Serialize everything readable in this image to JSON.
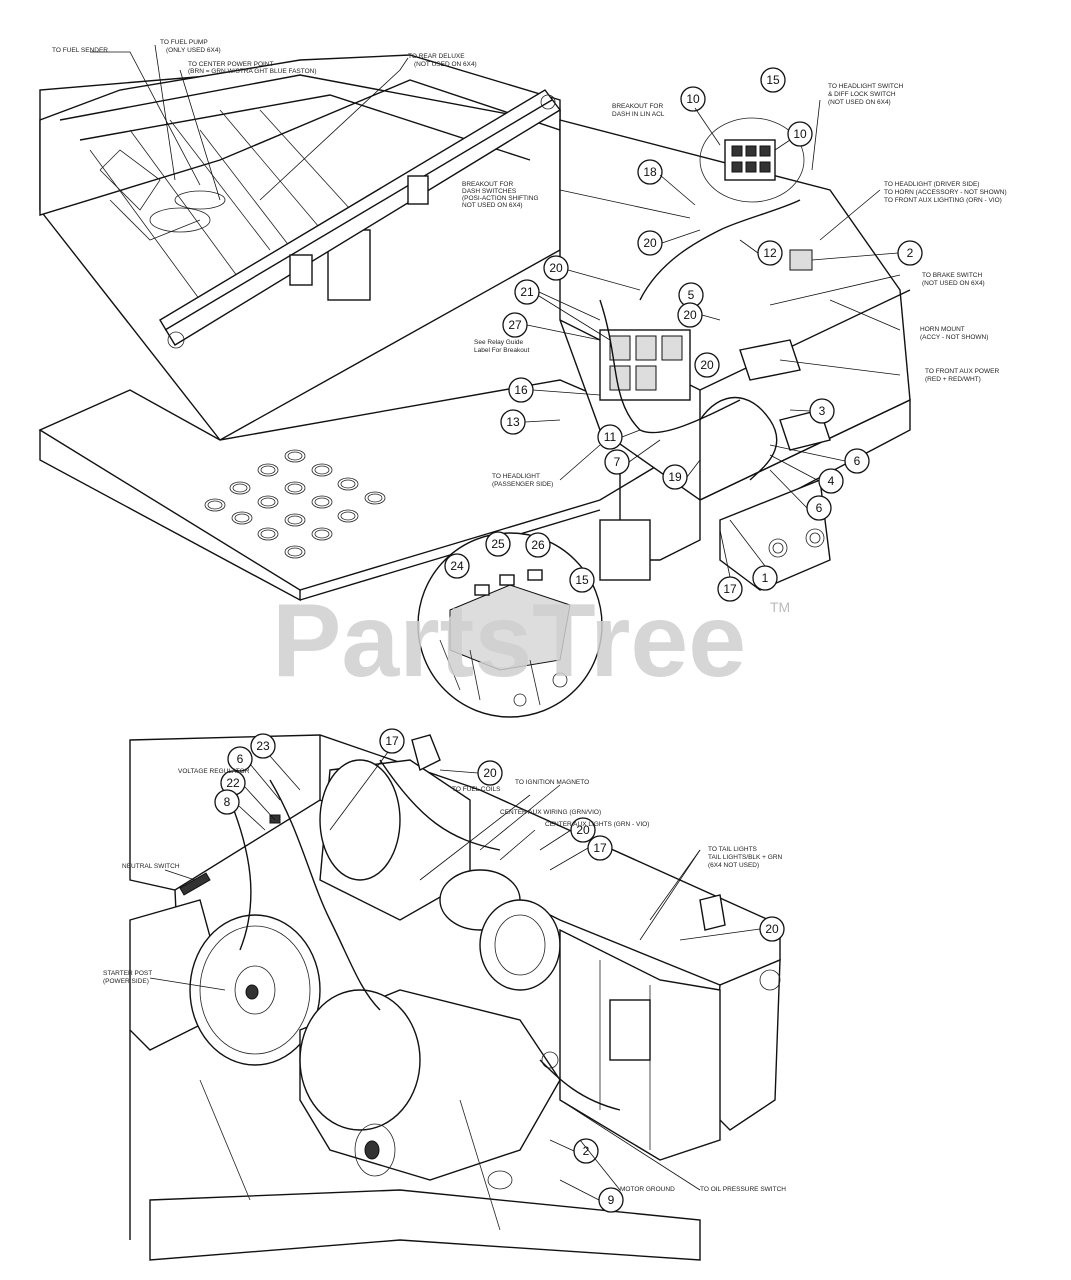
{
  "watermark": {
    "brand": "PartsTree",
    "tm": "TM"
  },
  "top_labels": {
    "fuel_sender": "TO FUEL SENDER",
    "fuel_pump": "TO FUEL PUMP",
    "fuel_pump_note": "(ONLY USED 6X4)",
    "center_power_point": "TO CENTER POWER POINT",
    "center_power_point_note": "(BRN = GRN W/STRA GHT BLUE FASTON)",
    "rear_deluxe": "TO REAR DELUXE",
    "rear_deluxe_note": "(NOT USED ON 6X4)",
    "breakout_dash": "BREAKOUT FOR",
    "breakout_dash_note": "DASH IN LIN ACL",
    "breakout_switches": "BREAKOUT FOR",
    "breakout_switches_note1": "DASH SWITCHES",
    "breakout_switches_note2": "(POSI-ACTION SHIFTING",
    "breakout_switches_note3": "NOT USED ON 6X4)",
    "headlight_switch": "TO HEADLIGHT SWITCH",
    "headlight_switch_note1": "& DIFF LOCK SWITCH",
    "headlight_switch_note2": "(NOT USED ON 6X4)",
    "headlight_driver": "TO HEADLIGHT (DRIVER SIDE)",
    "horn_accessory": "TO HORN (ACCESSORY - NOT SHOWN)",
    "front_aux": "TO FRONT AUX LIGHTING (ORN - VIO)",
    "brake_switch": "TO BRAKE SWITCH",
    "brake_switch_note": "(NOT USED ON 6X4)",
    "horn_mount": "HORN MOUNT",
    "horn_mount_note": "(ACCY - NOT SHOWN)",
    "front_aux_power": "TO FRONT AUX POWER",
    "front_aux_power_note": "(RED + RED/WHT)",
    "relay_guide": "See Relay Guide",
    "relay_guide_note": "Label For Breakout",
    "headlight_passenger": "TO HEADLIGHT",
    "headlight_passenger_note": "(PASSENGER SIDE)"
  },
  "bottom_labels": {
    "voltage_regulator": "VOLTAGE REGULATOR",
    "neutral_switch": "NEUTRAL SWITCH",
    "starter_post": "STARTER POST",
    "starter_post_note": "(POWER SIDE)",
    "magneto": "TO IGNITION MAGNETO",
    "fuel_coils": "TO FUEL COILS",
    "center_aux_wiring": "CENTER AUX WIRING (GRN/VIO)",
    "center_aux_lights": "CENTER AUX LIGHTS (GRN - VIO)",
    "tail_lights": "TO TAIL LIGHTS",
    "tail_lights_note1": "TAIL LIGHTS/BLK + GRN",
    "tail_lights_note2": "(6X4 NOT USED)",
    "motor_ground": "MOTOR GROUND",
    "oil_pressure": "TO OIL PRESSURE SWITCH"
  },
  "callouts": {
    "c1": "1",
    "c2": "2",
    "c3": "3",
    "c4": "4",
    "c5": "5",
    "c6": "6",
    "c7": "7",
    "c8": "8",
    "c9": "9",
    "c10": "10",
    "c11": "11",
    "c12": "12",
    "c13": "13",
    "c15": "15",
    "c16": "16",
    "c17": "17",
    "c18": "18",
    "c19": "19",
    "c20": "20",
    "c21": "21",
    "c22": "22",
    "c23": "23",
    "c24": "24",
    "c25": "25",
    "c26": "26",
    "c27": "27"
  }
}
